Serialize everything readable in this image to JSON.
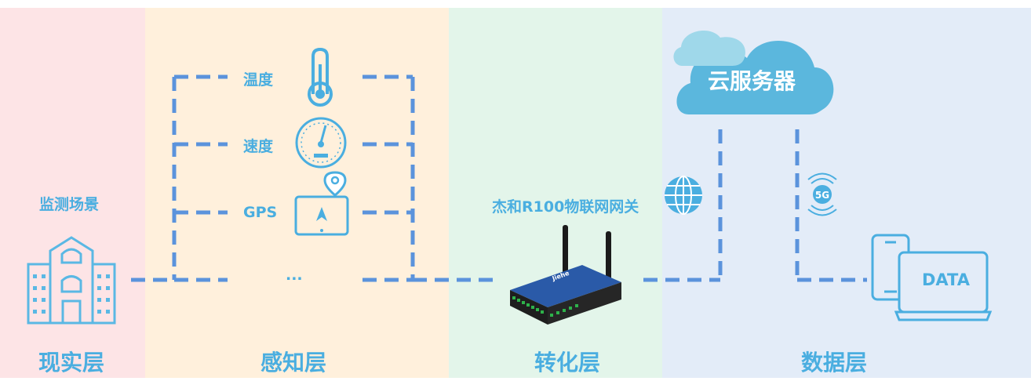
{
  "layers": {
    "reality": "现实层",
    "perception": "感知层",
    "conversion": "转化层",
    "data": "数据层"
  },
  "scene": "监测场景",
  "sensors": [
    "温度",
    "速度",
    "GPS",
    "..."
  ],
  "gateway": "杰和R100物联网网关",
  "cloud": "云服务器",
  "device_label": "DATA",
  "network_badge": "5G",
  "router_brand": "Jiehe",
  "colors": {
    "accent": "#4aaee0",
    "dash": "#5b93dc",
    "cloud": "#5bb7dd"
  }
}
